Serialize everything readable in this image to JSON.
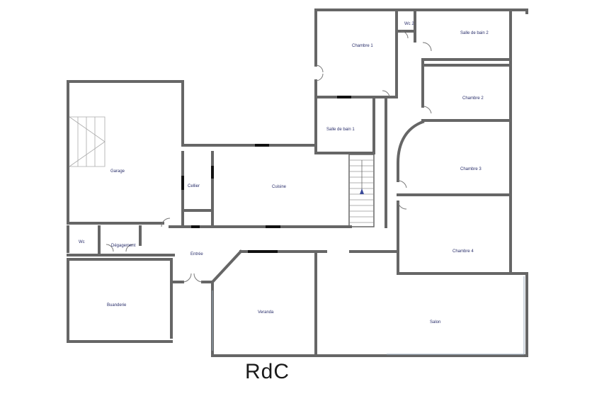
{
  "plan": {
    "title": "RdC",
    "wall_color": "#555555",
    "label_color": "#2a2f6b",
    "window_color": "#111111",
    "rooms": {
      "chambre1": "Chambre 1",
      "wc2": "Wc 2",
      "sdb2": "Salle de bain 2",
      "chambre2": "Chambre 2",
      "sdb1": "Salle de bain 1",
      "chambre3": "Chambre 3",
      "chambre4": "Chambre 4",
      "garage": "Garage",
      "cellier": "Cellier",
      "cuisine": "Cuisine",
      "wc": "Wc",
      "degagement": "Dégagement",
      "entree": "Entrée",
      "buanderie": "Buanderie",
      "veranda": "Veranda",
      "salon": "Salon"
    }
  }
}
